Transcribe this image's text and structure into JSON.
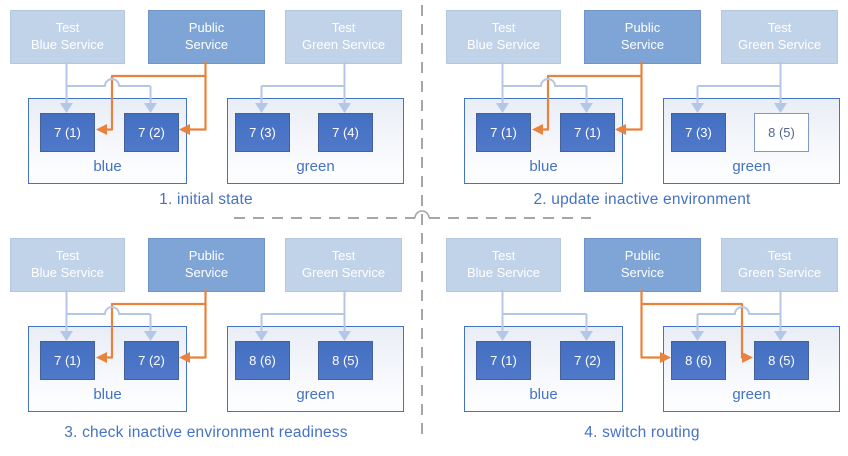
{
  "services": {
    "test_blue": "Test\nBlue Service",
    "public": "Public\nService",
    "test_green": "Test\nGreen Service"
  },
  "env_labels": {
    "blue": "blue",
    "green": "green"
  },
  "panels": [
    {
      "caption": "1. initial state",
      "public_routes_to": "blue",
      "blue_pods": [
        {
          "label": "7 (1)",
          "state": "running"
        },
        {
          "label": "7 (2)",
          "state": "running"
        }
      ],
      "green_pods": [
        {
          "label": "7 (3)",
          "state": "running"
        },
        {
          "label": "7 (4)",
          "state": "running"
        }
      ]
    },
    {
      "caption": "2. update inactive environment",
      "public_routes_to": "blue",
      "blue_pods": [
        {
          "label": "7 (1)",
          "state": "running"
        },
        {
          "label": "7 (1)",
          "state": "running"
        }
      ],
      "green_pods": [
        {
          "label": "7 (3)",
          "state": "running"
        },
        {
          "label": "8 (5)",
          "state": "starting"
        }
      ]
    },
    {
      "caption": "3. check inactive environment readiness",
      "public_routes_to": "blue",
      "blue_pods": [
        {
          "label": "7 (1)",
          "state": "running"
        },
        {
          "label": "7 (2)",
          "state": "running"
        }
      ],
      "green_pods": [
        {
          "label": "8 (6)",
          "state": "running"
        },
        {
          "label": "8 (5)",
          "state": "running"
        }
      ]
    },
    {
      "caption": "4. switch routing",
      "public_routes_to": "green",
      "blue_pods": [
        {
          "label": "7 (1)",
          "state": "running"
        },
        {
          "label": "7 (2)",
          "state": "running"
        }
      ],
      "green_pods": [
        {
          "label": "8 (6)",
          "state": "running"
        },
        {
          "label": "8 (5)",
          "state": "running"
        }
      ]
    }
  ],
  "colors": {
    "service_light_fill": "#c1d3e9",
    "service_dark_fill": "#7fa5d6",
    "pod_fill": "#4470c2",
    "pod_new_border": "#8099c8",
    "pod_new_text": "#54688f",
    "env_border": "#4472c4",
    "label_text": "#4472c4",
    "test_route_arrow": "#b4c7e7",
    "public_route_arrow": "#e8823c",
    "divider": "#a6a6a6"
  }
}
